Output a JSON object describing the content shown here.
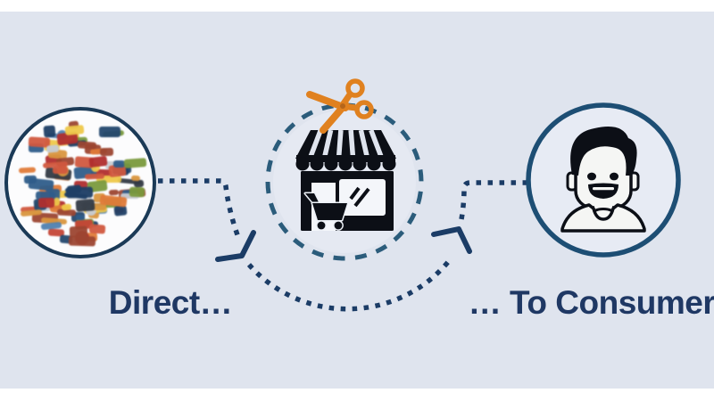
{
  "labels": {
    "left": "Direct…",
    "right": "… To Consumer"
  },
  "icons": {
    "left_circle": "brand-logos-collage",
    "center_circle": "storefront-icon",
    "center_circle_extras": [
      "awning-icon",
      "shopping-cart-icon",
      "window-icon"
    ],
    "cut_symbol": "scissors-icon",
    "right_circle": "consumer-person-icon",
    "connectors": [
      "dotted-line-left",
      "arrowhead-down-right",
      "dotted-arc-bottom",
      "arrowhead-up-right",
      "dotted-line-right"
    ]
  },
  "colors": {
    "bg": "#dfe4ee",
    "bar": "#ffffff",
    "navy_text": "#1f3864",
    "dot": "#1b3c66",
    "dash": "#2b5c7b",
    "left_border": "#1b3a57",
    "right_border": "#1d4e74",
    "right_fill": "#e7ebf4",
    "halo": "#e9edf5",
    "icon_black": "#0c0f16",
    "icon_white": "#f4f6fa",
    "face": "#f5f6f4",
    "scissors": "#e0811f",
    "scissors_dark": "#b5651a",
    "collage_bg": "#fcfcfd"
  },
  "collage_palette": [
    "#c44536",
    "#d1583f",
    "#e07b39",
    "#eec84a",
    "#2f5d8a",
    "#1f3f66",
    "#4f81b0",
    "#7a9a3d",
    "#333a44",
    "#9c4632",
    "#c7ccd4",
    "#b02e2e",
    "#d9963f",
    "#24486e"
  ]
}
